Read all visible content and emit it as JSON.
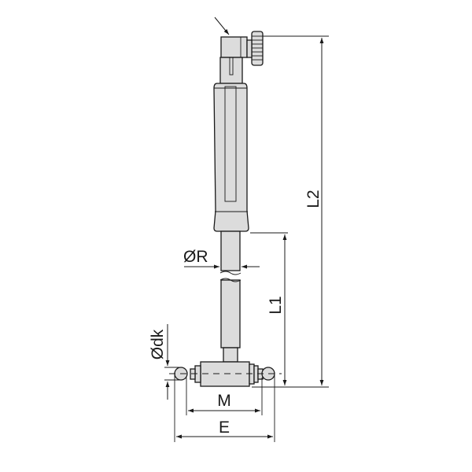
{
  "diagram": {
    "type": "technical-drawing",
    "subject": "bore gauge extension rod with ball contacts",
    "colors": {
      "part_fill": "#dcdcdc",
      "outline": "#1a1a1a",
      "background": "#ffffff"
    },
    "dimensions": {
      "l2": "L2",
      "l1": "L1",
      "r": "ØR",
      "dk": "Ødk",
      "m": "M",
      "e": "E"
    }
  }
}
